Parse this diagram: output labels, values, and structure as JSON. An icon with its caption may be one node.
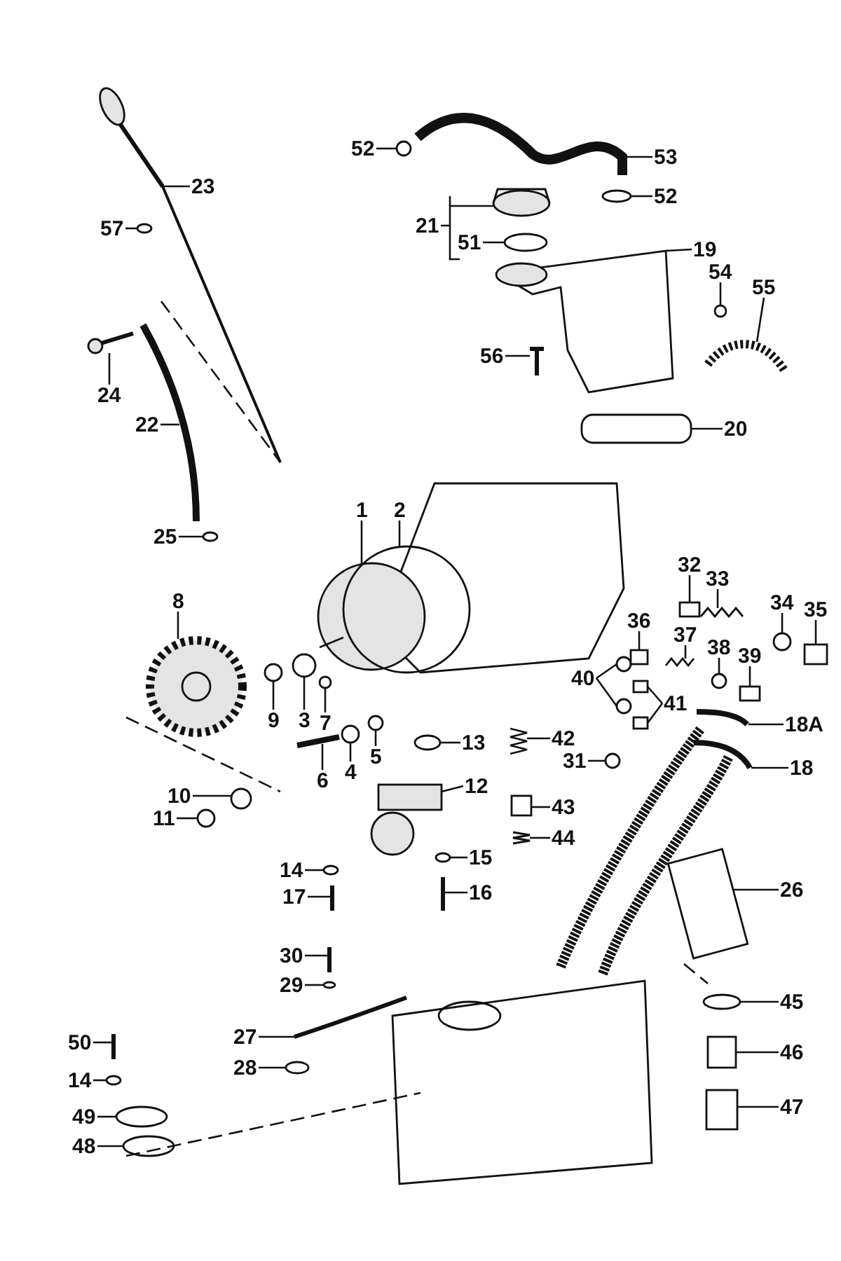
{
  "diagram": {
    "nodes": [
      {
        "text": [
          "23"
        ]
      },
      {
        "text": [
          "57"
        ]
      },
      {
        "text": [
          "24"
        ]
      },
      {
        "text": [
          "22"
        ]
      },
      {
        "text": [
          "25"
        ]
      },
      {
        "text": [
          "52"
        ]
      },
      {
        "text": [
          "53"
        ]
      },
      {
        "text": [
          "52"
        ]
      },
      {
        "text": [
          "21"
        ]
      },
      {
        "text": [
          "51"
        ]
      },
      {
        "text": [
          "19"
        ]
      },
      {
        "text": [
          "54"
        ]
      },
      {
        "text": [
          "55"
        ]
      },
      {
        "text": [
          "56"
        ]
      },
      {
        "text": [
          "20"
        ]
      },
      {
        "text": [
          "1"
        ]
      },
      {
        "text": [
          "2"
        ]
      },
      {
        "text": [
          "8"
        ]
      },
      {
        "text": [
          "32"
        ]
      },
      {
        "text": [
          "33"
        ]
      },
      {
        "text": [
          "34"
        ]
      },
      {
        "text": [
          "35"
        ]
      },
      {
        "text": [
          "36"
        ]
      },
      {
        "text": [
          "37"
        ]
      },
      {
        "text": [
          "38"
        ]
      },
      {
        "text": [
          "39"
        ]
      },
      {
        "text": [
          "40"
        ]
      },
      {
        "text": [
          "41"
        ]
      },
      {
        "text": [
          "9"
        ]
      },
      {
        "text": [
          "3"
        ]
      },
      {
        "text": [
          "7"
        ]
      },
      {
        "text": [
          "5"
        ]
      },
      {
        "text": [
          "4"
        ]
      },
      {
        "text": [
          "6"
        ]
      },
      {
        "text": [
          "18A"
        ]
      },
      {
        "text": [
          "13"
        ]
      },
      {
        "text": [
          "42"
        ]
      },
      {
        "text": [
          "31"
        ]
      },
      {
        "text": [
          "18"
        ]
      },
      {
        "text": [
          "12"
        ]
      },
      {
        "text": [
          "10"
        ]
      },
      {
        "text": [
          "11"
        ]
      },
      {
        "text": [
          "43"
        ]
      },
      {
        "text": [
          "44"
        ]
      },
      {
        "text": [
          "14"
        ]
      },
      {
        "text": [
          "15"
        ]
      },
      {
        "text": [
          "26"
        ]
      },
      {
        "text": [
          "17"
        ]
      },
      {
        "text": [
          "16"
        ]
      },
      {
        "text": [
          "30"
        ]
      },
      {
        "text": [
          "29"
        ]
      },
      {
        "text": [
          "45"
        ]
      },
      {
        "text": [
          "27"
        ]
      },
      {
        "text": [
          "46"
        ]
      },
      {
        "text": [
          "50"
        ]
      },
      {
        "text": [
          "28"
        ]
      },
      {
        "text": [
          "14"
        ]
      },
      {
        "text": [
          "49"
        ]
      },
      {
        "text": [
          "47"
        ]
      },
      {
        "text": [
          "48"
        ]
      },
      {
        "text": [],
        "shape": "picture"
      },
      {
        "text": [],
        "shape": "circle"
      },
      {
        "text": [],
        "shape": "picture"
      },
      {
        "text": [],
        "shape": "picture"
      },
      {
        "text": [],
        "shape": "circle"
      },
      {
        "text": [],
        "shape": "circle"
      },
      {
        "text": [],
        "shape": "picture"
      },
      {
        "text": [],
        "shape": "circle"
      },
      {
        "text": [],
        "shape": "picture"
      },
      {
        "text": [],
        "shape": "circle"
      },
      {
        "text": [],
        "shape": "picture"
      },
      {
        "text": [],
        "shape": "circle"
      },
      {
        "text": [],
        "shape": "picture"
      },
      {
        "text": [],
        "shape": "picture"
      },
      {
        "text": [],
        "shape": "box"
      },
      {
        "text": [],
        "shape": "picture"
      },
      {
        "text": [],
        "shape": "circle"
      },
      {
        "text": [],
        "shape": "picture"
      },
      {
        "text": [],
        "shape": "box"
      },
      {
        "text": [],
        "shape": "picture"
      },
      {
        "text": [],
        "shape": "circle"
      },
      {
        "text": [],
        "shape": "box"
      },
      {
        "text": [],
        "shape": "box"
      },
      {
        "text": [],
        "shape": "picture"
      },
      {
        "text": [],
        "shape": "circle"
      },
      {
        "text": [],
        "shape": "box"
      },
      {
        "text": [],
        "shape": "circle"
      },
      {
        "text": [],
        "shape": "circle"
      },
      {
        "text": [],
        "shape": "box"
      },
      {
        "text": [],
        "shape": "box"
      },
      {
        "text": [],
        "shape": "circle"
      },
      {
        "text": [],
        "shape": "circle"
      },
      {
        "text": [],
        "shape": "circle"
      },
      {
        "text": [],
        "shape": "circle"
      },
      {
        "text": [],
        "shape": "circle"
      },
      {
        "text": [],
        "shape": "picture"
      },
      {
        "text": [],
        "shape": "picture"
      },
      {
        "text": [],
        "shape": "circle"
      },
      {
        "text": [],
        "shape": "picture"
      },
      {
        "text": [],
        "shape": "circle"
      },
      {
        "text": [],
        "shape": "picture"
      },
      {
        "text": [],
        "shape": "picture"
      },
      {
        "text": [],
        "shape": "circle"
      },
      {
        "text": [],
        "shape": "circle"
      },
      {
        "text": [],
        "shape": "box"
      },
      {
        "text": [],
        "shape": "picture"
      },
      {
        "text": [],
        "shape": "circle"
      },
      {
        "text": [],
        "shape": "circle"
      },
      {
        "text": [],
        "shape": "box"
      },
      {
        "text": [],
        "shape": "picture"
      },
      {
        "text": [],
        "shape": "picture"
      },
      {
        "text": [],
        "shape": "picture"
      },
      {
        "text": [],
        "shape": "circle"
      },
      {
        "text": [],
        "shape": "circle"
      },
      {
        "text": [],
        "shape": "picture"
      },
      {
        "text": [],
        "shape": "box"
      },
      {
        "text": [],
        "shape": "picture"
      },
      {
        "text": [],
        "shape": "circle"
      },
      {
        "text": [],
        "shape": "circle"
      },
      {
        "text": [],
        "shape": "circle"
      },
      {
        "text": [],
        "shape": "box"
      },
      {
        "text": [],
        "shape": "circle"
      }
    ],
    "edges": [
      {
        "from": 0,
        "to": 60,
        "arrow": "none"
      },
      {
        "from": 1,
        "to": 61,
        "arrow": "none"
      },
      {
        "from": 2,
        "to": 62,
        "arrow": "none"
      },
      {
        "from": 3,
        "to": 63,
        "arrow": "none"
      },
      {
        "from": 4,
        "to": 64,
        "arrow": "none"
      },
      {
        "from": 5,
        "to": 65,
        "arrow": "none"
      },
      {
        "from": 6,
        "to": 66,
        "arrow": "none"
      },
      {
        "from": 7,
        "to": 67,
        "arrow": "none"
      },
      {
        "from": 8,
        "to": 68,
        "arrow": "none"
      },
      {
        "from": 9,
        "to": 69,
        "arrow": "none"
      },
      {
        "from": 10,
        "to": 70,
        "arrow": "none"
      },
      {
        "from": 11,
        "to": 71,
        "arrow": "none"
      },
      {
        "from": 12,
        "to": 72,
        "arrow": "none"
      },
      {
        "from": 13,
        "to": 73,
        "arrow": "none"
      },
      {
        "from": 14,
        "to": 74,
        "arrow": "none"
      },
      {
        "from": 15,
        "to": 75,
        "arrow": "none"
      },
      {
        "from": 16,
        "to": 76,
        "arrow": "none"
      },
      {
        "from": 17,
        "to": 77,
        "arrow": "none"
      },
      {
        "from": 18,
        "to": 78,
        "arrow": "none"
      },
      {
        "from": 19,
        "to": 79,
        "arrow": "none"
      },
      {
        "from": 20,
        "to": 80,
        "arrow": "none"
      },
      {
        "from": 21,
        "to": 81,
        "arrow": "none"
      },
      {
        "from": 22,
        "to": 82,
        "arrow": "none"
      },
      {
        "from": 23,
        "to": 83,
        "arrow": "none"
      },
      {
        "from": 24,
        "to": 84,
        "arrow": "none"
      },
      {
        "from": 25,
        "to": 85,
        "arrow": "none"
      },
      {
        "from": 26,
        "to": 86,
        "arrow": "none"
      },
      {
        "from": 26,
        "to": 87,
        "arrow": "none"
      },
      {
        "from": 27,
        "to": 88,
        "arrow": "none"
      },
      {
        "from": 27,
        "to": 89,
        "arrow": "none"
      },
      {
        "from": 28,
        "to": 90,
        "arrow": "none"
      },
      {
        "from": 29,
        "to": 91,
        "arrow": "none"
      },
      {
        "from": 30,
        "to": 92,
        "arrow": "none"
      },
      {
        "from": 31,
        "to": 93,
        "arrow": "none"
      },
      {
        "from": 32,
        "to": 94,
        "arrow": "none"
      },
      {
        "from": 33,
        "to": 95,
        "arrow": "none"
      },
      {
        "from": 34,
        "to": 96,
        "arrow": "none"
      },
      {
        "from": 35,
        "to": 97,
        "arrow": "none"
      },
      {
        "from": 36,
        "to": 98,
        "arrow": "none"
      },
      {
        "from": 37,
        "to": 99,
        "arrow": "none"
      },
      {
        "from": 38,
        "to": 100,
        "arrow": "none"
      },
      {
        "from": 39,
        "to": 101,
        "arrow": "none"
      },
      {
        "from": 40,
        "to": 102,
        "arrow": "none"
      },
      {
        "from": 41,
        "to": 103,
        "arrow": "none"
      },
      {
        "from": 42,
        "to": 104,
        "arrow": "none"
      },
      {
        "from": 43,
        "to": 105,
        "arrow": "none"
      },
      {
        "from": 44,
        "to": 106,
        "arrow": "none"
      },
      {
        "from": 45,
        "to": 107,
        "arrow": "none"
      },
      {
        "from": 46,
        "to": 108,
        "arrow": "none"
      },
      {
        "from": 47,
        "to": 109,
        "arrow": "none"
      },
      {
        "from": 48,
        "to": 110,
        "arrow": "none"
      },
      {
        "from": 49,
        "to": 111,
        "arrow": "none"
      },
      {
        "from": 50,
        "to": 112,
        "arrow": "none"
      },
      {
        "from": 51,
        "to": 113,
        "arrow": "none"
      },
      {
        "from": 52,
        "to": 114,
        "arrow": "none"
      },
      {
        "from": 53,
        "to": 115,
        "arrow": "none"
      },
      {
        "from": 54,
        "to": 116,
        "arrow": "none"
      },
      {
        "from": 55,
        "to": 117,
        "arrow": "none"
      },
      {
        "from": 56,
        "to": 118,
        "arrow": "none"
      },
      {
        "from": 57,
        "to": 119,
        "arrow": "none"
      },
      {
        "from": 58,
        "to": 120,
        "arrow": "none"
      },
      {
        "from": 59,
        "to": 121,
        "arrow": "none"
      }
    ]
  }
}
